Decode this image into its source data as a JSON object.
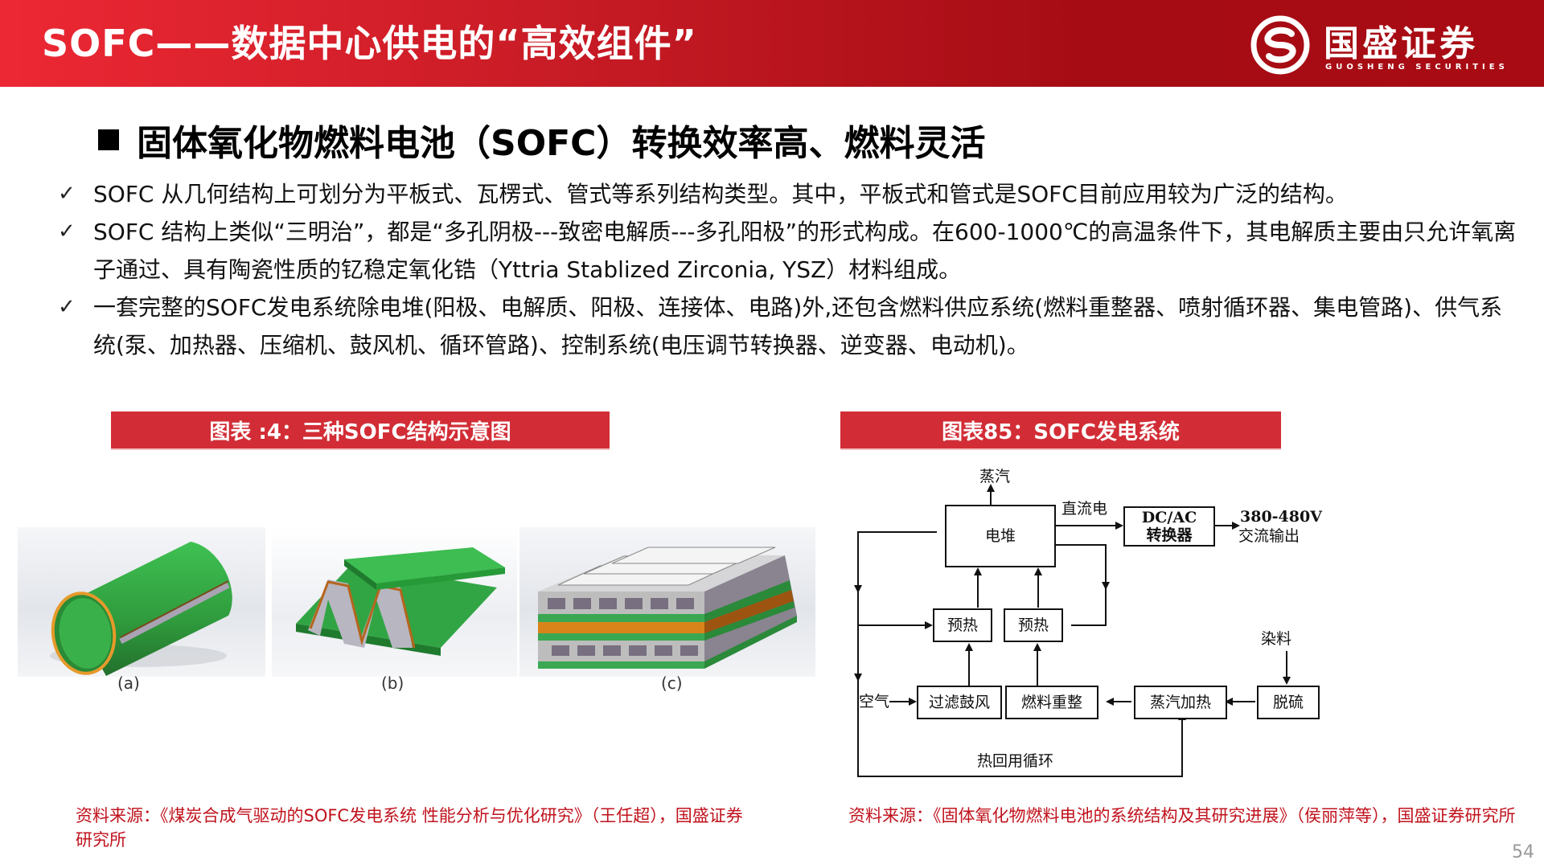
{
  "header": {
    "title": "SOFC——数据中心供电的“高效组件”",
    "logo": {
      "name_cn": "国盛证券",
      "name_en": "GUOSHENG SECURITIES",
      "icon": "guosheng-logo-icon"
    },
    "colors": {
      "band_start": "#ec2834",
      "band_end": "#a80b13"
    }
  },
  "section": {
    "heading": "固体氧化物燃料电池（SOFC）转换效率高、燃料灵活"
  },
  "bullets": [
    {
      "icon": "check-icon",
      "check": "✓",
      "text": "SOFC 从几何结构上可划分为平板式、瓦楞式、管式等系列结构类型。其中，平板式和管式是SOFC目前应用较为广泛的结构。"
    },
    {
      "icon": "check-icon",
      "check": "✓",
      "text": "SOFC 结构上类似“三明治”，都是“多孔阴极---致密电解质---多孔阳极”的形式构成。在600-1000℃的高温条件下，其电解质主要由只允许氧离子通过、具有陶瓷性质的钇稳定氧化锆（Yttria Stablized Zirconia, YSZ）材料组成。"
    },
    {
      "icon": "check-icon",
      "check": "✓",
      "text": "一套完整的SOFC发电系统除电堆(阳极、电解质、阳极、连接体、电路)外,还包含燃料供应系统(燃料重整器、喷射循环器、集电管路)、供气系统(泵、加热器、压缩机、鼓风机、循环管路)、控制系统(电压调节转换器、逆变器、电动机)。"
    }
  ],
  "figure_left": {
    "caption": "图表 :4：三种SOFC结构示意图",
    "panels": [
      {
        "label": "(a)",
        "desc": "管式"
      },
      {
        "label": "(b)",
        "desc": "瓦楞式"
      },
      {
        "label": "(c)",
        "desc": "平板式"
      }
    ],
    "source": "资料来源：《煤炭合成气驱动的SOFC发电系统 性能分析与优化研究》（王任超），国盛证券研究所"
  },
  "figure_right": {
    "caption": "图表85：SOFC发电系统",
    "boxes": {
      "stack": "电堆",
      "dcac_line1": "DC/AC",
      "dcac_line2": "转换器",
      "preheat_air": "预热",
      "preheat_fuel": "预热",
      "filter_blower": "过滤鼓风",
      "fuel_reform": "燃料重整",
      "steam_heat": "蒸汽加热",
      "desulfur": "脱硫"
    },
    "labels": {
      "steam": "蒸汽",
      "dc_power": "直流电",
      "ac_out_line1": "380-480V",
      "ac_out_line2": "交流输出",
      "fuel": "染料",
      "air": "空气",
      "heat_recycle": "热回用循环"
    },
    "source": "资料来源：《固体氧化物燃料电池的系统结构及其研究进展》（侯丽萍等），国盛证券研究所"
  },
  "page_number": "54"
}
